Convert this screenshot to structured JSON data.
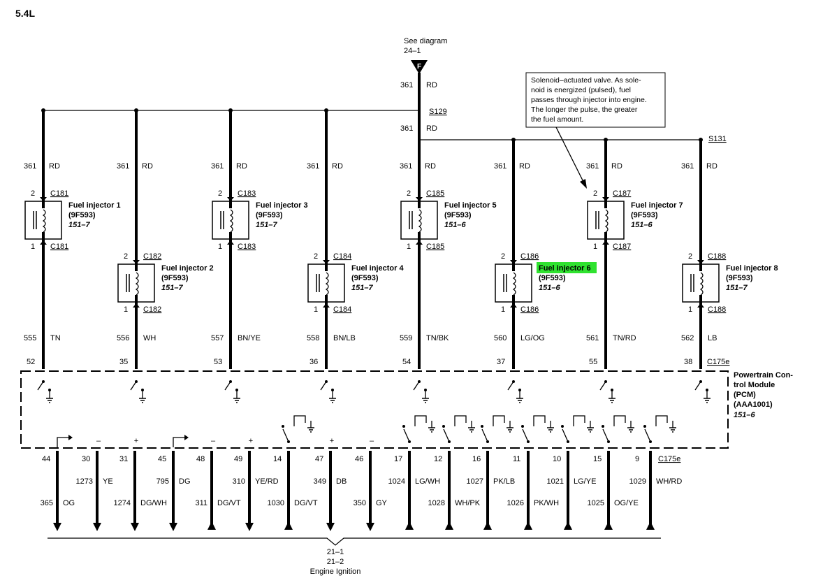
{
  "title": "5.4L",
  "see_diagram": {
    "line1": "See diagram",
    "line2": "24–1",
    "letter": "F"
  },
  "feed": {
    "circuit": "361",
    "color": "RD"
  },
  "splices": {
    "s129": "S129",
    "s131": "S131"
  },
  "callout": {
    "lines": [
      "Solenoid–actuated valve. As sole-",
      "noid is energized (pulsed), fuel",
      "passes through injector into engine.",
      "The longer the pulse, the greater",
      "the fuel amount."
    ]
  },
  "injectors": [
    {
      "name": "Fuel injector 1",
      "part": "(9F593)",
      "page": "151–7",
      "in_conn": "C181",
      "in_pin": "2",
      "out_conn": "C181",
      "out_pin": "1",
      "circuit": "555",
      "color": "TN",
      "pcm_pin": "52",
      "highlight": false
    },
    {
      "name": "Fuel injector 2",
      "part": "(9F593)",
      "page": "151–7",
      "in_conn": "C182",
      "in_pin": "2",
      "out_conn": "C182",
      "out_pin": "1",
      "circuit": "556",
      "color": "WH",
      "pcm_pin": "35",
      "highlight": false
    },
    {
      "name": "Fuel injector 3",
      "part": "(9F593)",
      "page": "151–7",
      "in_conn": "C183",
      "in_pin": "2",
      "out_conn": "C183",
      "out_pin": "1",
      "circuit": "557",
      "color": "BN/YE",
      "pcm_pin": "53",
      "highlight": false
    },
    {
      "name": "Fuel injector 4",
      "part": "(9F593)",
      "page": "151–7",
      "in_conn": "C184",
      "in_pin": "2",
      "out_conn": "C184",
      "out_pin": "1",
      "circuit": "558",
      "color": "BN/LB",
      "pcm_pin": "36",
      "highlight": false
    },
    {
      "name": "Fuel injector 5",
      "part": "(9F593)",
      "page": "151–6",
      "in_conn": "C185",
      "in_pin": "2",
      "out_conn": "C185",
      "out_pin": "1",
      "circuit": "559",
      "color": "TN/BK",
      "pcm_pin": "54",
      "highlight": false
    },
    {
      "name": "Fuel injector 6",
      "part": "(9F593)",
      "page": "151–6",
      "in_conn": "C186",
      "in_pin": "2",
      "out_conn": "C186",
      "out_pin": "1",
      "circuit": "560",
      "color": "LG/OG",
      "pcm_pin": "37",
      "highlight": true
    },
    {
      "name": "Fuel injector 7",
      "part": "(9F593)",
      "page": "151–6",
      "in_conn": "C187",
      "in_pin": "2",
      "out_conn": "C187",
      "out_pin": "1",
      "circuit": "561",
      "color": "TN/RD",
      "pcm_pin": "55",
      "highlight": false
    },
    {
      "name": "Fuel injector 8",
      "part": "(9F593)",
      "page": "151–7",
      "in_conn": "C188",
      "in_pin": "2",
      "out_conn": "C188",
      "out_pin": "1",
      "circuit": "562",
      "color": "LB",
      "pcm_pin": "38",
      "highlight": false
    }
  ],
  "pcm": {
    "lines": [
      "Powertrain Con-",
      "trol Module",
      "(PCM)",
      "(AAA1001)"
    ],
    "page": "151–6",
    "top_conn": "C175e",
    "bottom_conn": "C175e"
  },
  "bottom_wires": [
    {
      "pin": "44",
      "circuit": "365",
      "color": "OG",
      "dir": "down",
      "sym": "flag"
    },
    {
      "pin": "30",
      "circuit": "1273",
      "color": "YE",
      "dir": "down",
      "sym": "–"
    },
    {
      "pin": "31",
      "circuit": "1274",
      "color": "DG/WH",
      "dir": "down",
      "sym": "+"
    },
    {
      "pin": "45",
      "circuit": "795",
      "color": "DG",
      "dir": "down",
      "sym": "flag"
    },
    {
      "pin": "48",
      "circuit": "311",
      "color": "DG/VT",
      "dir": "up",
      "sym": "–"
    },
    {
      "pin": "49",
      "circuit": "310",
      "color": "YE/RD",
      "dir": "down",
      "sym": "+"
    },
    {
      "pin": "14",
      "circuit": "1030",
      "color": "DG/VT",
      "dir": "up",
      "sym": "switch"
    },
    {
      "pin": "47",
      "circuit": "349",
      "color": "DB",
      "dir": "down",
      "sym": "+"
    },
    {
      "pin": "46",
      "circuit": "350",
      "color": "GY",
      "dir": "down",
      "sym": "–"
    },
    {
      "pin": "17",
      "circuit": "1024",
      "color": "LG/WH",
      "dir": "up",
      "sym": "switch"
    },
    {
      "pin": "12",
      "circuit": "1028",
      "color": "WH/PK",
      "dir": "up",
      "sym": "switch"
    },
    {
      "pin": "16",
      "circuit": "1027",
      "color": "PK/LB",
      "dir": "up",
      "sym": "switch"
    },
    {
      "pin": "11",
      "circuit": "1026",
      "color": "PK/WH",
      "dir": "up",
      "sym": "switch"
    },
    {
      "pin": "10",
      "circuit": "1021",
      "color": "LG/YE",
      "dir": "up",
      "sym": "switch"
    },
    {
      "pin": "15",
      "circuit": "1025",
      "color": "OG/YE",
      "dir": "up",
      "sym": "switch"
    },
    {
      "pin": "9",
      "circuit": "1029",
      "color": "WH/RD",
      "dir": "up",
      "sym": "switch"
    }
  ],
  "footer": {
    "line1": "21–1",
    "line2": "21–2",
    "line3": "Engine Ignition"
  },
  "colors": {
    "highlight": "#2fe22f",
    "ink": "#000000"
  }
}
